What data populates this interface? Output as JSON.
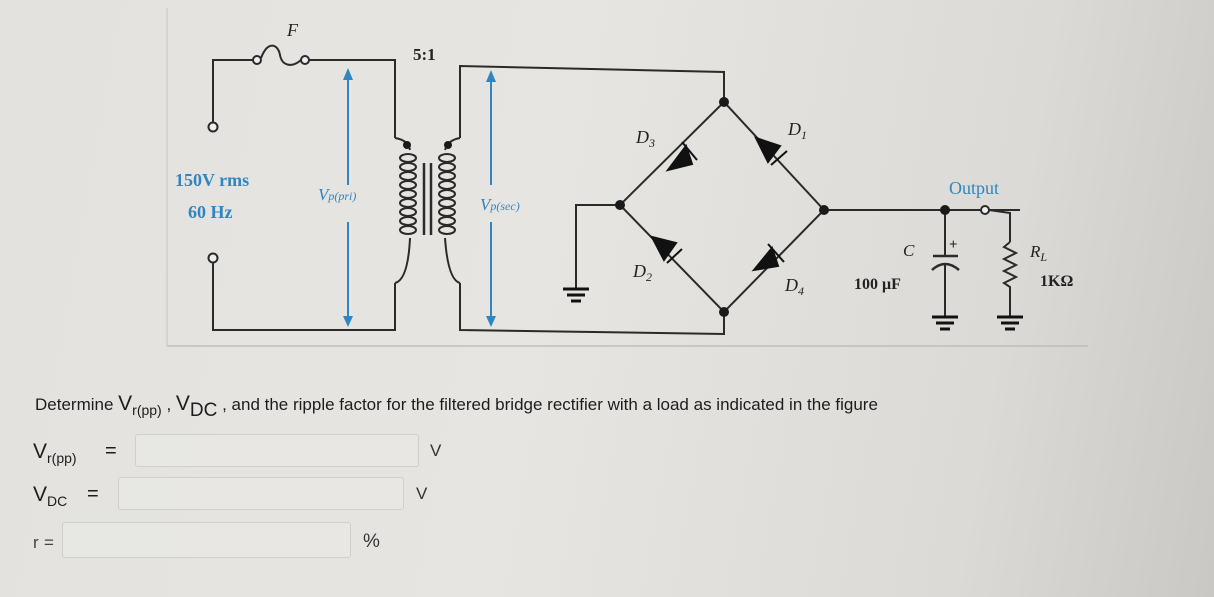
{
  "figure": {
    "fuse_label": "F",
    "source_voltage": "150V rms",
    "source_frequency": "60 Hz",
    "turns_ratio": "5:1",
    "primary_voltage_label": {
      "main": "V",
      "sub": "p(pri)"
    },
    "secondary_voltage_label": {
      "main": "V",
      "sub": "p(sec)"
    },
    "diodes": [
      {
        "main": "D",
        "sub": "1"
      },
      {
        "main": "D",
        "sub": "2"
      },
      {
        "main": "D",
        "sub": "3"
      },
      {
        "main": "D",
        "sub": "4"
      }
    ],
    "output_label": "Output",
    "capacitor": {
      "name": "C",
      "value": "100 μF",
      "polarity": "+"
    },
    "load": {
      "name_main": "R",
      "name_sub": "L",
      "value": "1KΩ"
    }
  },
  "question": {
    "prefix": "Determine ",
    "vr_main": "V",
    "vr_sub": "r(pp)",
    "sep1": " , ",
    "vdc_main": "V",
    "vdc_sub": "DC",
    "suffix": " , and the ripple factor for the filtered bridge rectifier with a load as indicated in the figure"
  },
  "answers": [
    {
      "label_main": "V",
      "label_sub": "r(pp)",
      "equals": "=",
      "value": "",
      "unit": "V"
    },
    {
      "label_main": "V",
      "label_sub": "DC",
      "equals": "=",
      "value": "",
      "unit": "V"
    },
    {
      "label_main": "r",
      "label_sub": "",
      "equals": "=",
      "value": "",
      "unit": "%"
    }
  ]
}
